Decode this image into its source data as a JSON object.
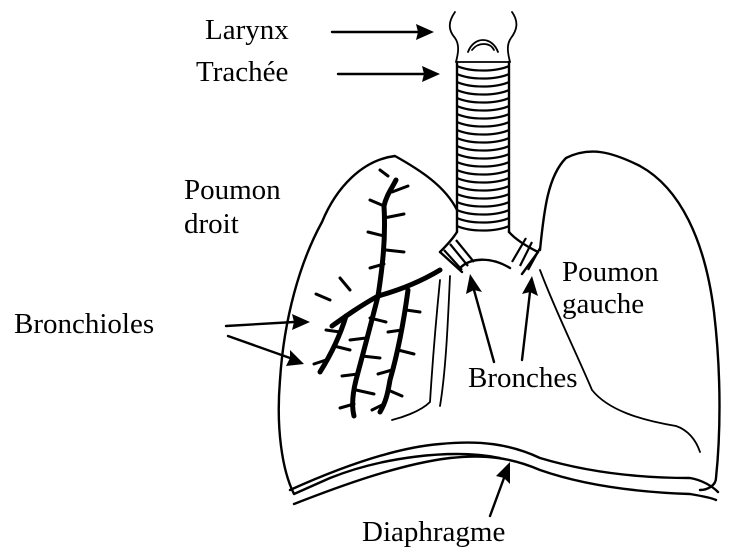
{
  "labels": {
    "larynx": "Larynx",
    "trachee": "Trachée",
    "poumon_droit_line1": "Poumon",
    "poumon_droit_line2": "droit",
    "poumon_gauche_line1": "Poumon",
    "poumon_gauche_line2": "gauche",
    "bronchioles": "Bronchioles",
    "bronches": "Bronches",
    "diaphragme": "Diaphragme"
  }
}
